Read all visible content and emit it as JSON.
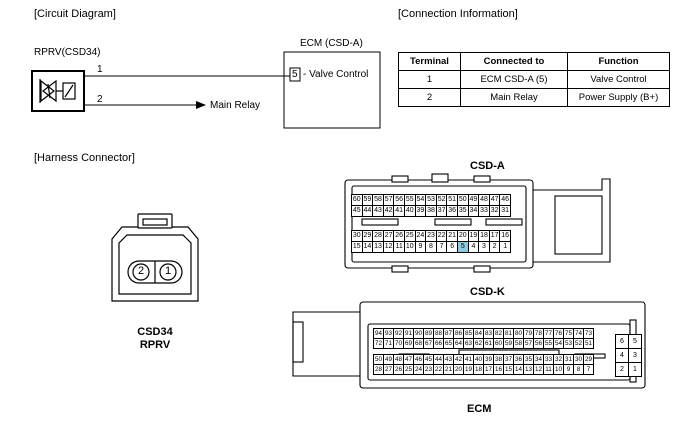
{
  "sections": {
    "circuit_diagram": "[Circuit Diagram]",
    "connection_information": "[Connection Information]",
    "harness_connector": "[Harness Connector]"
  },
  "circuit": {
    "component_label": "RPRV(CSD34)",
    "wire1_num": "1",
    "wire2_num": "2",
    "main_relay": "Main Relay",
    "ecm_title": "ECM (CSD-A)",
    "ecm_pin": "5",
    "ecm_pin_label": "- Valve Control"
  },
  "conn_table": {
    "headers": [
      "Terminal",
      "Connected to",
      "Function"
    ],
    "rows": [
      [
        "1",
        "ECM CSD-A (5)",
        "Valve Control"
      ],
      [
        "2",
        "Main Relay",
        "Power Supply (B+)"
      ]
    ]
  },
  "harness": {
    "csd34_title": "CSD34",
    "csd34_sub": "RPRV",
    "csd34_pins": [
      "2",
      "1"
    ],
    "csda_title": "CSD-A",
    "csdk_title": "CSD-K",
    "ecm_title": "ECM",
    "csda_rows": [
      [
        "60",
        "59",
        "58",
        "57",
        "56",
        "55",
        "54",
        "53",
        "52",
        "51",
        "50",
        "49",
        "48",
        "47",
        "46"
      ],
      [
        "45",
        "44",
        "43",
        "42",
        "41",
        "40",
        "39",
        "38",
        "37",
        "36",
        "35",
        "34",
        "33",
        "32",
        "31"
      ],
      [
        "30",
        "29",
        "28",
        "27",
        "26",
        "25",
        "24",
        "23",
        "22",
        "21",
        "20",
        "19",
        "18",
        "17",
        "16"
      ],
      [
        "15",
        "14",
        "13",
        "12",
        "11",
        "10",
        "9",
        "8",
        "7",
        "6",
        "5",
        "4",
        "3",
        "2",
        "1"
      ]
    ],
    "csda_highlight": "5",
    "csdk_rows": [
      [
        "94",
        "93",
        "92",
        "91",
        "90",
        "89",
        "88",
        "87",
        "86",
        "85",
        "84",
        "83",
        "82",
        "81",
        "80",
        "79",
        "78",
        "77",
        "76",
        "75",
        "74",
        "73"
      ],
      [
        "72",
        "71",
        "70",
        "69",
        "68",
        "67",
        "66",
        "65",
        "64",
        "63",
        "62",
        "61",
        "60",
        "59",
        "58",
        "57",
        "56",
        "55",
        "54",
        "53",
        "52",
        "51"
      ],
      [
        "50",
        "49",
        "48",
        "47",
        "46",
        "45",
        "44",
        "43",
        "42",
        "41",
        "40",
        "39",
        "38",
        "37",
        "36",
        "35",
        "34",
        "33",
        "32",
        "31",
        "30",
        "29"
      ],
      [
        "28",
        "27",
        "26",
        "25",
        "24",
        "23",
        "22",
        "21",
        "20",
        "19",
        "18",
        "17",
        "16",
        "15",
        "14",
        "13",
        "12",
        "11",
        "10",
        "9",
        "8",
        "7"
      ]
    ],
    "csdk_side": [
      [
        "6",
        "5"
      ],
      [
        "4",
        "3"
      ],
      [
        "2",
        "1"
      ]
    ]
  },
  "colors": {
    "highlight": "#8ec9e0"
  }
}
